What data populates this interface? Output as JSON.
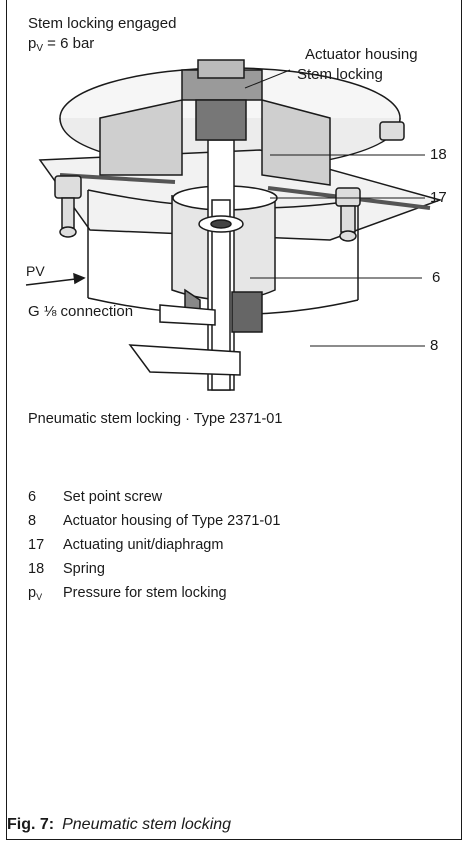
{
  "header": {
    "condition_line1": "Stem locking engaged",
    "pv_symbol": "p",
    "pv_subscript": "V",
    "pv_value": " = 6 bar"
  },
  "drawing_labels": {
    "actuator_housing": "Actuator housing",
    "stem_locking": "Stem locking",
    "ref_18": "18",
    "ref_17": "17",
    "pv": "PV",
    "ref_6": "6",
    "g_connection": "G ⅛ connection",
    "ref_8": "8"
  },
  "caption": "Pneumatic stem locking · Type 2371-01",
  "legend": [
    {
      "key": "6",
      "text": "Set point screw"
    },
    {
      "key": "8",
      "text": "Actuator housing of Type 2371-01"
    },
    {
      "key": "17",
      "text": "Actuating unit/diaphragm"
    },
    {
      "key": "18",
      "text": "Spring"
    },
    {
      "key_main": "p",
      "key_sub": "V",
      "text": "Pressure for stem locking"
    }
  ],
  "figure": {
    "number": "Fig. 7:",
    "title": "Pneumatic stem locking"
  }
}
